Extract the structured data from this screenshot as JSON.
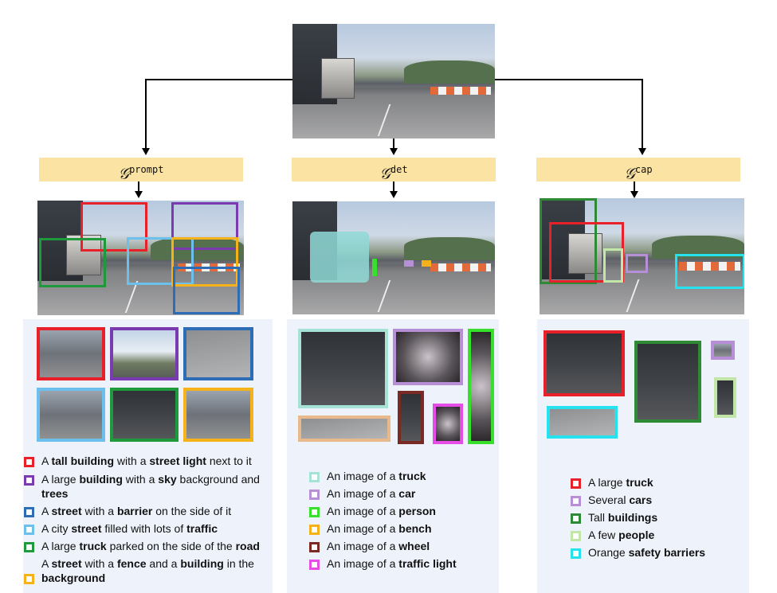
{
  "colors": {
    "red": "#e8202a",
    "purple": "#7b3bb0",
    "blue": "#2e6cb5",
    "lightblue": "#6ec0ec",
    "green": "#1e9a3c",
    "orange": "#f5b21b",
    "teal": "#a6e3d6",
    "lavender": "#b78fd6",
    "lime": "#37e02b",
    "gold": "#f6b01c",
    "maroon": "#7a2a24",
    "pink": "#e64ce6",
    "darkgreen": "#2f8a35",
    "palegreen": "#c2e5a8",
    "cyan": "#26e2ef",
    "gen_box": "#fbe3a3",
    "panel_bg": "#eef3fb",
    "det_fill": "#8fd9d6"
  },
  "generators": {
    "prompt": {
      "base": "𝒢",
      "sup": "prompt"
    },
    "det": {
      "base": "𝒢",
      "sup": "det"
    },
    "cap": {
      "base": "𝒢",
      "sup": "cap"
    }
  },
  "prompt_legend": [
    {
      "color": "red",
      "parts": [
        [
          "A ",
          false
        ],
        [
          "tall building",
          true
        ],
        [
          " with a ",
          false
        ],
        [
          "street light",
          true
        ],
        [
          " next to it",
          false
        ]
      ]
    },
    {
      "color": "purple",
      "parts": [
        [
          "A large ",
          false
        ],
        [
          "building",
          true
        ],
        [
          " with a ",
          false
        ],
        [
          "sky",
          true
        ],
        [
          " background and",
          false
        ]
      ]
    },
    {
      "color": "purple",
      "cont": true,
      "parts": [
        [
          "trees",
          true
        ]
      ]
    },
    {
      "color": "blue",
      "parts": [
        [
          "A ",
          false
        ],
        [
          "street",
          true
        ],
        [
          " with a ",
          false
        ],
        [
          "barrier",
          true
        ],
        [
          " on the side of it",
          false
        ]
      ]
    },
    {
      "color": "lightblue",
      "parts": [
        [
          "A city ",
          false
        ],
        [
          "street",
          true
        ],
        [
          " filled with lots of ",
          false
        ],
        [
          "traffic",
          true
        ]
      ]
    },
    {
      "color": "green",
      "parts": [
        [
          "A large ",
          false
        ],
        [
          "truck",
          true
        ],
        [
          " parked on the side of the ",
          false
        ],
        [
          "road",
          true
        ]
      ]
    },
    {
      "color": "orange",
      "cont": true,
      "parts": [
        [
          "A ",
          false
        ],
        [
          "street",
          true
        ],
        [
          " with a ",
          false
        ],
        [
          "fence",
          true
        ],
        [
          " and a ",
          false
        ],
        [
          "building",
          true
        ],
        [
          " in the",
          false
        ]
      ]
    },
    {
      "color": "orange",
      "parts": [
        [
          "background",
          true
        ]
      ]
    }
  ],
  "det_legend": [
    {
      "color": "teal",
      "parts": [
        [
          "An image of a ",
          false
        ],
        [
          "truck",
          true
        ]
      ]
    },
    {
      "color": "lavender",
      "parts": [
        [
          "An image of a ",
          false
        ],
        [
          "car",
          true
        ]
      ]
    },
    {
      "color": "lime",
      "parts": [
        [
          "An image of a ",
          false
        ],
        [
          "person",
          true
        ]
      ]
    },
    {
      "color": "gold",
      "parts": [
        [
          "An image of a ",
          false
        ],
        [
          "bench",
          true
        ]
      ]
    },
    {
      "color": "maroon",
      "parts": [
        [
          "An image of a ",
          false
        ],
        [
          "wheel",
          true
        ]
      ]
    },
    {
      "color": "pink",
      "parts": [
        [
          "An image of a ",
          false
        ],
        [
          "traffic light",
          true
        ]
      ]
    }
  ],
  "cap_legend": [
    {
      "color": "red",
      "parts": [
        [
          "A large ",
          false
        ],
        [
          "truck",
          true
        ]
      ]
    },
    {
      "color": "lavender",
      "parts": [
        [
          "Several ",
          false
        ],
        [
          "cars",
          true
        ]
      ]
    },
    {
      "color": "darkgreen",
      "parts": [
        [
          "Tall ",
          false
        ],
        [
          "buildings",
          true
        ]
      ]
    },
    {
      "color": "palegreen",
      "parts": [
        [
          "A few ",
          false
        ],
        [
          "people",
          true
        ]
      ]
    },
    {
      "color": "cyan",
      "parts": [
        [
          "Orange ",
          false
        ],
        [
          "safety barriers",
          true
        ]
      ]
    }
  ]
}
